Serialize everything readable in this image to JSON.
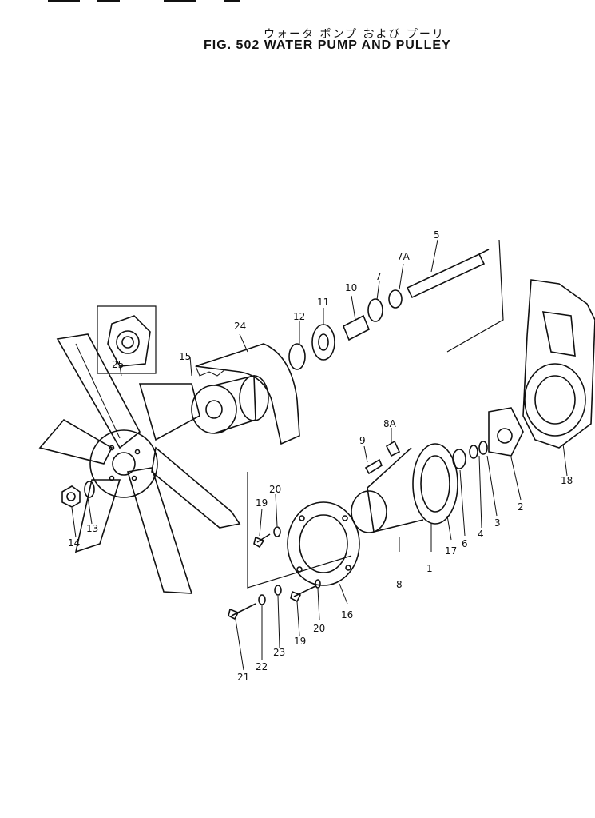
{
  "title": {
    "japanese": "ウォータ ポンプ および プーリ",
    "english": "FIG. 502  WATER PUMP AND PULLEY"
  },
  "callouts": [
    "1",
    "2",
    "3",
    "4",
    "5",
    "6",
    "7",
    "7A",
    "8",
    "8A",
    "9",
    "10",
    "11",
    "12",
    "13",
    "14",
    "15",
    "16",
    "17",
    "18",
    "19",
    "19",
    "20",
    "20",
    "21",
    "22",
    "23",
    "24",
    "25"
  ]
}
